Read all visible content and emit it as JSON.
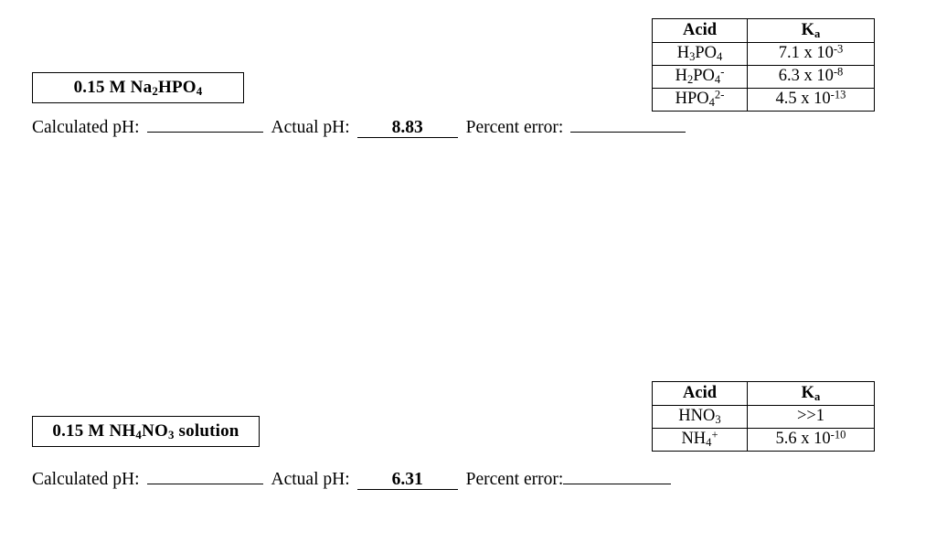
{
  "sections": [
    {
      "label": "0.15 M Na2HPO4",
      "label_html": "0.15 M Na<sub>2</sub>HPO<sub>4</sub>",
      "fields": {
        "calculated_ph_label": "Calculated pH:",
        "calculated_ph_value": "",
        "actual_ph_label": "Actual pH:",
        "actual_ph_value": "8.83",
        "percent_error_label": "Percent error:",
        "percent_error_value": ""
      },
      "table": {
        "headers": [
          "Acid",
          "Ka"
        ],
        "headers_html": [
          "Acid",
          "K<sub>a</sub>"
        ],
        "rows": [
          {
            "acid": "H3PO4",
            "acid_html": "H<sub>3</sub>PO<sub>4</sub>",
            "ka": "7.1 x 10-3",
            "ka_html": "7.1 x 10<sup>-3</sup>"
          },
          {
            "acid": "H2PO4-",
            "acid_html": "H<sub>2</sub>PO<sub>4</sub><sup>-</sup>",
            "ka": "6.3 x 10-8",
            "ka_html": "6.3 x 10<sup>-8</sup>"
          },
          {
            "acid": "HPO42-",
            "acid_html": "HPO<sub>4</sub><sup>2-</sup>",
            "ka": "4.5 x 10-13",
            "ka_html": "4.5 x 10<sup>-13</sup>"
          }
        ]
      }
    },
    {
      "label": "0.15 M NH4NO3 solution",
      "label_html": "0.15 M NH<sub>4</sub>NO<sub>3</sub> solution",
      "fields": {
        "calculated_ph_label": "Calculated pH:",
        "calculated_ph_value": "",
        "actual_ph_label": "Actual pH:",
        "actual_ph_value": "6.31",
        "percent_error_label": "Percent error:",
        "percent_error_value": ""
      },
      "table": {
        "headers": [
          "Acid",
          "Ka"
        ],
        "headers_html": [
          "Acid",
          "K<sub>a</sub>"
        ],
        "rows": [
          {
            "acid": "HNO3",
            "acid_html": "HNO<sub>3</sub>",
            "ka": ">>1",
            "ka_html": "&gt;&gt;1"
          },
          {
            "acid": "NH4+",
            "acid_html": "NH<sub>4</sub><sup>+</sup>",
            "ka": "5.6 x 10-10",
            "ka_html": "5.6 x 10<sup>-10</sup>"
          }
        ]
      }
    }
  ],
  "colors": {
    "text": "#000000",
    "border": "#000000",
    "gray_rule": "#8a8a8a",
    "background": "#ffffff"
  }
}
